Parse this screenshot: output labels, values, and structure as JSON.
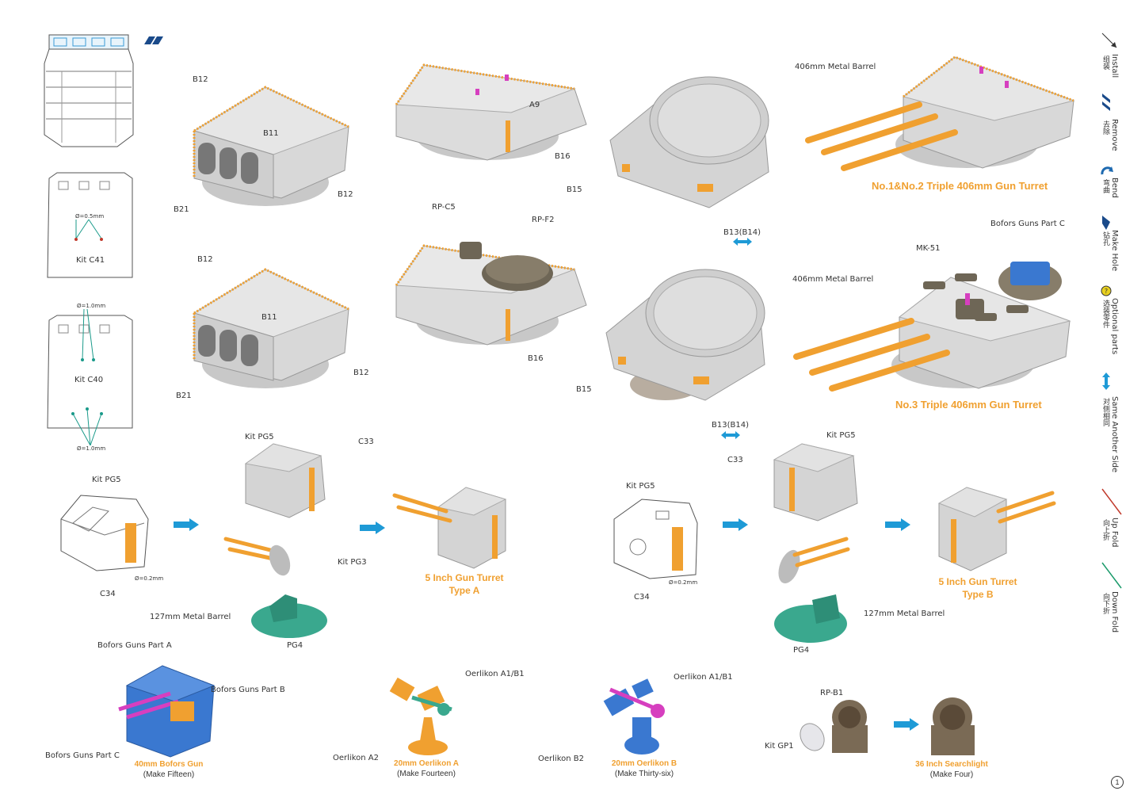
{
  "legend": {
    "install": {
      "en": "Install",
      "cn": "组装"
    },
    "remove": {
      "en": "Remove",
      "cn": "去除"
    },
    "bend": {
      "en": "Bend",
      "cn": "弯曲"
    },
    "make_hole": {
      "en": "Make Hole",
      "cn": "钻孔"
    },
    "optional": {
      "en": "Optional parts",
      "cn": "选装零件"
    },
    "same_side": {
      "en": "Same Another Side",
      "cn": "对侧相同"
    },
    "up_fold": {
      "en": "Up Fold",
      "cn": "向上折"
    },
    "down_fold": {
      "en": "Down Fold",
      "cn": "向下折"
    }
  },
  "kits": {
    "c41": "Kit C41",
    "c41_hole": "Ø=0.5mm",
    "c40": "Kit C40",
    "c40_hole_top": "Ø=1.0mm",
    "c40_hole_bottom": "Ø=1.0mm"
  },
  "turret12": {
    "b12_top": "B12",
    "b11": "B11",
    "b12_right": "B12",
    "b21": "B21",
    "a9": "A9",
    "b16": "B16",
    "b15": "B15",
    "b13": "B13(B14)",
    "barrel": "406mm Metal Barrel",
    "title": "No.1&No.2 Triple 406mm Gun Turret"
  },
  "turret3": {
    "b12_top": "B12",
    "b11": "B11",
    "b12_right": "B12",
    "b21": "B21",
    "rpc5": "RP-C5",
    "rpf2": "RP-F2",
    "b16": "B16",
    "b15": "B15",
    "b13": "B13(B14)",
    "barrel": "406mm Metal Barrel",
    "mk51": "MK-51",
    "bofors_c": "Bofors Guns Part  C",
    "title": "No.3 Triple 406mm Gun Turret"
  },
  "turretA": {
    "pg5_left": "Kit PG5",
    "c34": "C34",
    "hole": "Ø=0.2mm",
    "pg5_mid": "Kit PG5",
    "c33": "C33",
    "pg3": "Kit PG3",
    "barrel": "127mm Metal Barrel",
    "pg4": "PG4",
    "title_l1": "5 Inch Gun Turret",
    "title_l2": "Type A"
  },
  "turretB": {
    "pg5_left": "Kit PG5",
    "c34": "C34",
    "hole": "Ø=0.2mm",
    "pg5_mid": "Kit PG5",
    "c33": "C33",
    "barrel": "127mm Metal Barrel",
    "pg4": "PG4",
    "title_l1": "5 Inch Gun Turret",
    "title_l2": "Type B"
  },
  "bofors": {
    "part_a": "Bofors Guns Part  A",
    "part_b": "Bofors Guns Part  B",
    "part_c": "Bofors Guns Part  C",
    "title": "40mm Bofors Gun",
    "qty": "(Make Fifteen)"
  },
  "oerlikonA": {
    "a1b1": "Oerlikon A1/B1",
    "a2": "Oerlikon A2",
    "title": "20mm Oerlikon A",
    "qty": "(Make Fourteen)"
  },
  "oerlikonB": {
    "a1b1": "Oerlikon A1/B1",
    "b2": "Oerlikon B2",
    "title": "20mm Oerlikon B",
    "qty": "(Make Thirty-six)"
  },
  "searchlight": {
    "rpb1": "RP-B1",
    "gp1": "Kit GP1",
    "title": "36 Inch Searchlight",
    "qty": "(Make Four)"
  },
  "page_number": "1",
  "colors": {
    "orange": "#f0a030",
    "gray": "#d0d0d0",
    "blue_arrow": "#1e9ad6",
    "teal": "#3aa88e",
    "magenta": "#d63fbf",
    "blue_part": "#3a78d0",
    "brown": "#7a6a55"
  }
}
